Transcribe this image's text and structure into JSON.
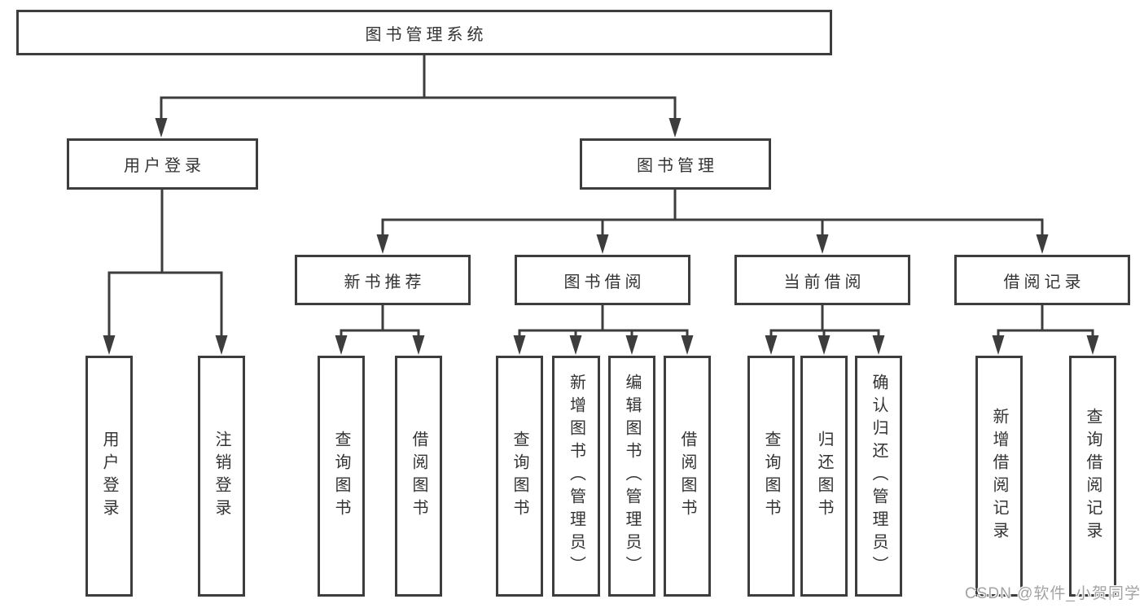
{
  "diagram": {
    "root": {
      "label": "图书管理系统"
    },
    "level2": {
      "user_login": {
        "label": "用户登录"
      },
      "book_mgmt": {
        "label": "图书管理"
      }
    },
    "level3": {
      "new_book": {
        "label": "新书推荐"
      },
      "borrowing": {
        "label": "图书借阅"
      },
      "current": {
        "label": "当前借阅"
      },
      "records": {
        "label": "借阅记录"
      }
    },
    "leaves": {
      "user_login": "用户登录",
      "logout": "注销登录",
      "nb_query_books": "查询图书",
      "nb_borrow_books": "借阅图书",
      "bb_query_books": "查询图书",
      "bb_add_book_admin": "新增图书（管理员）",
      "bb_edit_book_admin": "编辑图书（管理员）",
      "bb_borrow_books": "借阅图书",
      "cb_query_books": "查询图书",
      "cb_return_books": "归还图书",
      "cb_confirm_return_admin": "确认归还（管理员）",
      "br_add_record": "新增借阅记录",
      "br_query_record": "查询借阅记录"
    },
    "watermark": "CSDN @软件_小贺同学",
    "colors": {
      "line": "#3d3d3d",
      "text": "#333333",
      "watermark": "#a3a3a3",
      "background": "#ffffff"
    }
  }
}
